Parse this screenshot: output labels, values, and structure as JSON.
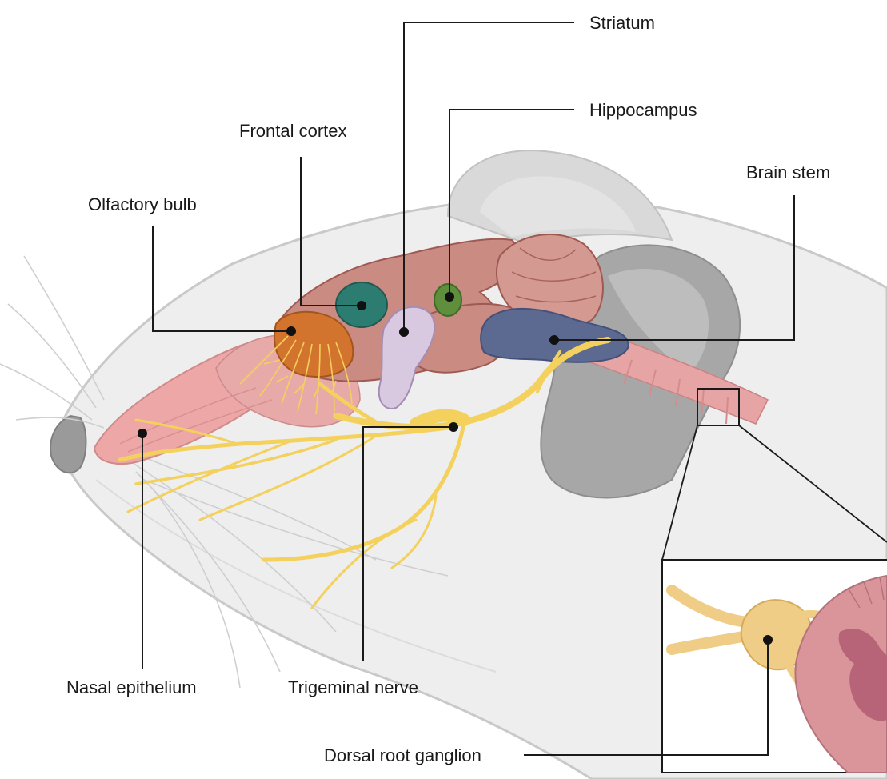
{
  "labels": {
    "striatum": "Striatum",
    "hippocampus": "Hippocampus",
    "frontal_cortex": "Frontal cortex",
    "brain_stem": "Brain stem",
    "olfactory_bulb": "Olfactory bulb",
    "nasal_epithelium": "Nasal epithelium",
    "trigeminal_nerve": "Trigeminal nerve",
    "dorsal_root_ganglion": "Dorsal root ganglion"
  },
  "colors": {
    "head": "#eeeeee",
    "head_outline": "#c9c9c9",
    "ear": "#d9d9d9",
    "nose": "#9a9a9a",
    "eye_area": "#a7a7a7",
    "brain": "#c98b82",
    "brain_outline": "#9e5a52",
    "olfactory_bulb": "#d3742e",
    "frontal_cortex": "#2d7c72",
    "striatum": "#d9c9e0",
    "hippocampus": "#5f8f3c",
    "brain_stem": "#5c6a92",
    "nasal_tissue": "#eea7a7",
    "nerve": "#f3d15c",
    "ganglion": "#f0cd86",
    "spinal_cord": "#d9959a",
    "spinal_gray": "#b86478"
  }
}
